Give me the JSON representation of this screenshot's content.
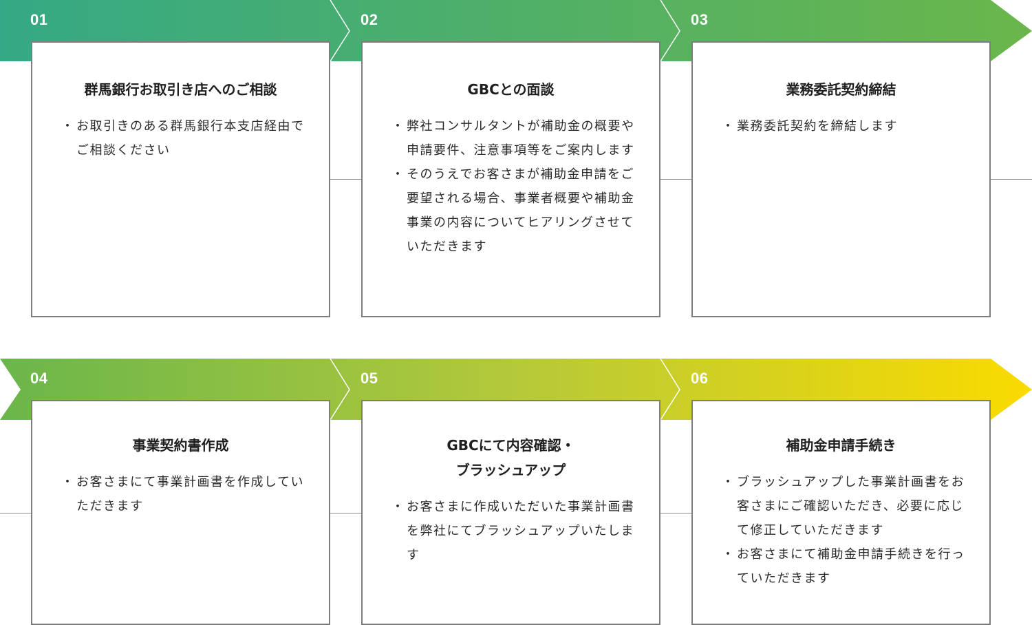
{
  "colors": {
    "row1_start": "#35a985",
    "row1_end": "#6ab64b",
    "row2_start": "#6ab64b",
    "row2_end": "#fadb00",
    "card_border": "#7d7d7d",
    "connector": "#8a8a8a",
    "step_number": "#ffffff"
  },
  "steps": [
    {
      "number": "01",
      "title_lines": [
        "群馬銀行お取引き店へのご相談"
      ],
      "items": [
        "お取引きのある群馬銀行本支店経由でご相談ください"
      ]
    },
    {
      "number": "02",
      "title_lines": [
        "GBCとの面談"
      ],
      "items": [
        "弊社コンサルタントが補助金の概要や申請要件、注意事項等をご案内します",
        "そのうえでお客さまが補助金申請をご要望される場合、事業者概要や補助金事業の内容についてヒアリングさせていただきます"
      ]
    },
    {
      "number": "03",
      "title_lines": [
        "業務委託契約締結"
      ],
      "items": [
        "業務委託契約を締結します"
      ]
    },
    {
      "number": "04",
      "title_lines": [
        "事業契約書作成"
      ],
      "items": [
        "お客さまにて事業計画書を作成していただきます"
      ]
    },
    {
      "number": "05",
      "title_lines": [
        "GBCにて内容確認・",
        "ブラッシュアップ"
      ],
      "items": [
        "お客さまに作成いただいた事業計画書を弊社にてブラッシュアップいたします"
      ]
    },
    {
      "number": "06",
      "title_lines": [
        "補助金申請手続き"
      ],
      "items": [
        "ブラッシュアップした事業計画書をお客さまにご確認いただき、必要に応じて修正していただきます",
        "お客さまにて補助金申請手続きを行っていただきます"
      ]
    }
  ]
}
